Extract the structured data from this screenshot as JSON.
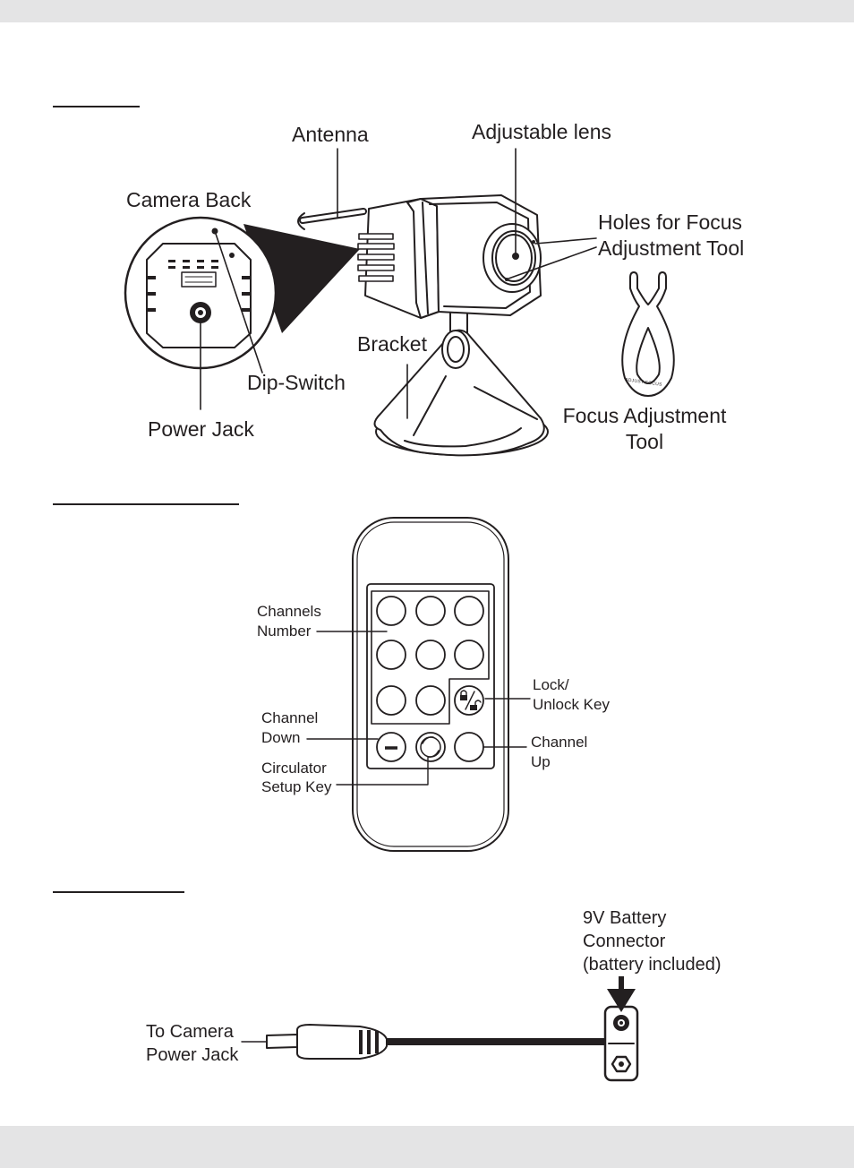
{
  "camera": {
    "labels": {
      "antenna": "Antenna",
      "adjustable_lens": "Adjustable lens",
      "camera_back": "Camera Back",
      "holes_line1": "Holes for Focus",
      "holes_line2": "Adjustment Tool",
      "bracket": "Bracket",
      "dip_switch": "Dip-Switch",
      "power_jack": "Power Jack",
      "tool_line1": "Focus Adjustment",
      "tool_line2": "Tool",
      "tool_engraving": "ADJUST FOCUS"
    }
  },
  "remote": {
    "labels": {
      "channels_line1": "Channels",
      "channels_line2": "Number",
      "lock_line1": "Lock/",
      "lock_line2": "Unlock Key",
      "down_line1": "Channel",
      "down_line2": "Down",
      "up_line1": "Channel",
      "up_line2": "Up",
      "circ_line1": "Circulator",
      "circ_line2": "Setup Key"
    }
  },
  "cable": {
    "labels": {
      "battery_line1": "9V Battery",
      "battery_line2": "Connector",
      "battery_line3": "(battery included)",
      "jack_line1": "To Camera",
      "jack_line2": "Power Jack"
    }
  }
}
